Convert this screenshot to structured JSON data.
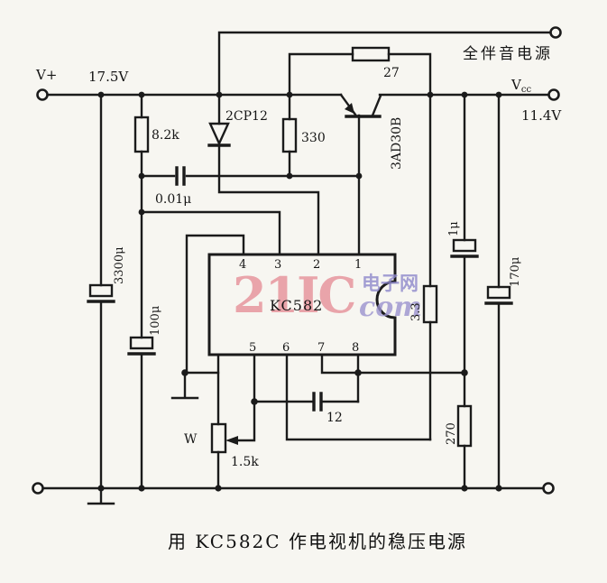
{
  "caption": "用 KC582C 作电视机的稳压电源",
  "terminals": {
    "input_label": "V+",
    "input_voltage": "17.5V",
    "audio_label": "全伴音电源",
    "vcc_label": "V",
    "vcc_sub": "cc",
    "vcc_voltage": "11.4V"
  },
  "components": {
    "r_bias": "8.2k",
    "diode": "2CP12",
    "r_base": "330",
    "r_shunt": "27",
    "transistor": "3AD30B",
    "c_small": "0.01μ",
    "c_input": "3300μ",
    "c_filter": "100μ",
    "c_ref": "1μ",
    "c_output": "170μ",
    "r_sense": "3.3",
    "r_load": "270",
    "c_comp": "12",
    "pot_label": "W",
    "pot_value": "1.5k"
  },
  "ic": {
    "name": "KC582",
    "pins_top": [
      "4",
      "3",
      "2",
      "1"
    ],
    "pins_bottom": [
      "5",
      "6",
      "7",
      "8"
    ]
  },
  "watermark": {
    "brand": "21IC",
    "site": "电子网",
    "domain": "com"
  },
  "colors": {
    "paper": "#f7f6f1",
    "ink": "#1b1b1b",
    "watermark_pink": "#e4858f",
    "watermark_violet": "#8d88cb"
  }
}
